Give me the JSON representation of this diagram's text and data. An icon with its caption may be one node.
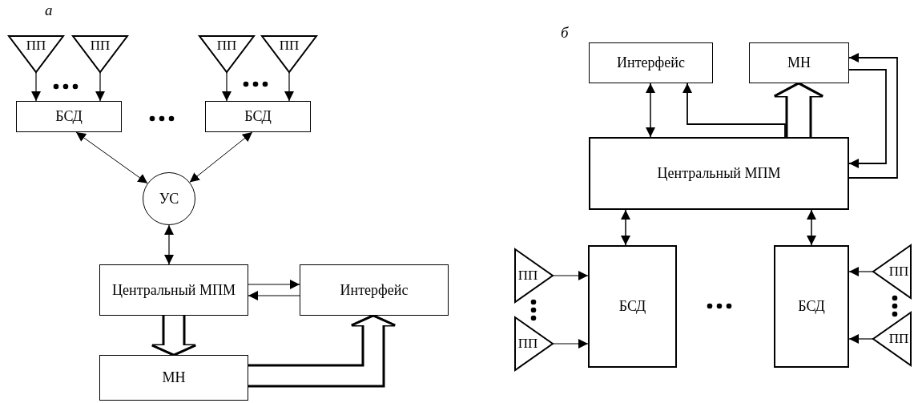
{
  "diagram": {
    "nodes": [
      {
        "text": [
          "ПП"
        ]
      },
      {
        "text": [
          "ПП"
        ]
      },
      {
        "text": [
          "ПП"
        ]
      },
      {
        "text": [
          "ПП"
        ]
      },
      {
        "text": [
          "БСД"
        ]
      },
      {
        "text": [
          "БСД"
        ]
      },
      {
        "text": [
          "УС"
        ]
      },
      {
        "text": [
          "Центральный МПМ"
        ]
      },
      {
        "text": [
          "Интерфейс"
        ]
      },
      {
        "text": [
          "МН"
        ]
      },
      {
        "text": [
          "Интерфейс"
        ]
      },
      {
        "text": [
          "МН"
        ]
      },
      {
        "text": [
          "Центральный МПМ"
        ]
      },
      {
        "text": [
          "ПП"
        ]
      },
      {
        "text": [
          "ПП"
        ]
      },
      {
        "text": [
          "БСД"
        ]
      },
      {
        "text": [
          "БСД"
        ]
      },
      {
        "text": [
          "ПП"
        ]
      },
      {
        "text": [
          "ПП"
        ]
      }
    ],
    "edges": [
      {
        "from": 0,
        "to": 4,
        "arrow": "to"
      },
      {
        "from": 1,
        "to": 4,
        "arrow": "to"
      },
      {
        "from": 2,
        "to": 5,
        "arrow": "to"
      },
      {
        "from": 3,
        "to": 5,
        "arrow": "to"
      },
      {
        "from": 4,
        "to": 6,
        "arrow": "both"
      },
      {
        "from": 5,
        "to": 6,
        "arrow": "both"
      },
      {
        "from": 6,
        "to": 7,
        "arrow": "both"
      },
      {
        "from": 7,
        "to": 8,
        "arrow": "to"
      },
      {
        "from": 8,
        "to": 7,
        "arrow": "to"
      },
      {
        "from": 7,
        "to": 9,
        "arrow": "to",
        "style": "thick"
      },
      {
        "from": 9,
        "to": 8,
        "arrow": "to",
        "style": "thick"
      },
      {
        "from": 10,
        "to": 12,
        "arrow": "both"
      },
      {
        "from": 12,
        "to": 10,
        "arrow": "to"
      },
      {
        "from": 12,
        "to": 11,
        "arrow": "to",
        "style": "thick"
      },
      {
        "from": 11,
        "to": 12,
        "arrow": "to"
      },
      {
        "from": 12,
        "to": 11,
        "arrow": "to"
      },
      {
        "from": 12,
        "to": 15,
        "arrow": "both"
      },
      {
        "from": 12,
        "to": 16,
        "arrow": "both"
      },
      {
        "from": 13,
        "to": 15,
        "arrow": "to"
      },
      {
        "from": 14,
        "to": 15,
        "arrow": "to"
      },
      {
        "from": 17,
        "to": 16,
        "arrow": "to"
      },
      {
        "from": 18,
        "to": 16,
        "arrow": "to"
      }
    ],
    "labels": [
      "а",
      "б"
    ]
  }
}
